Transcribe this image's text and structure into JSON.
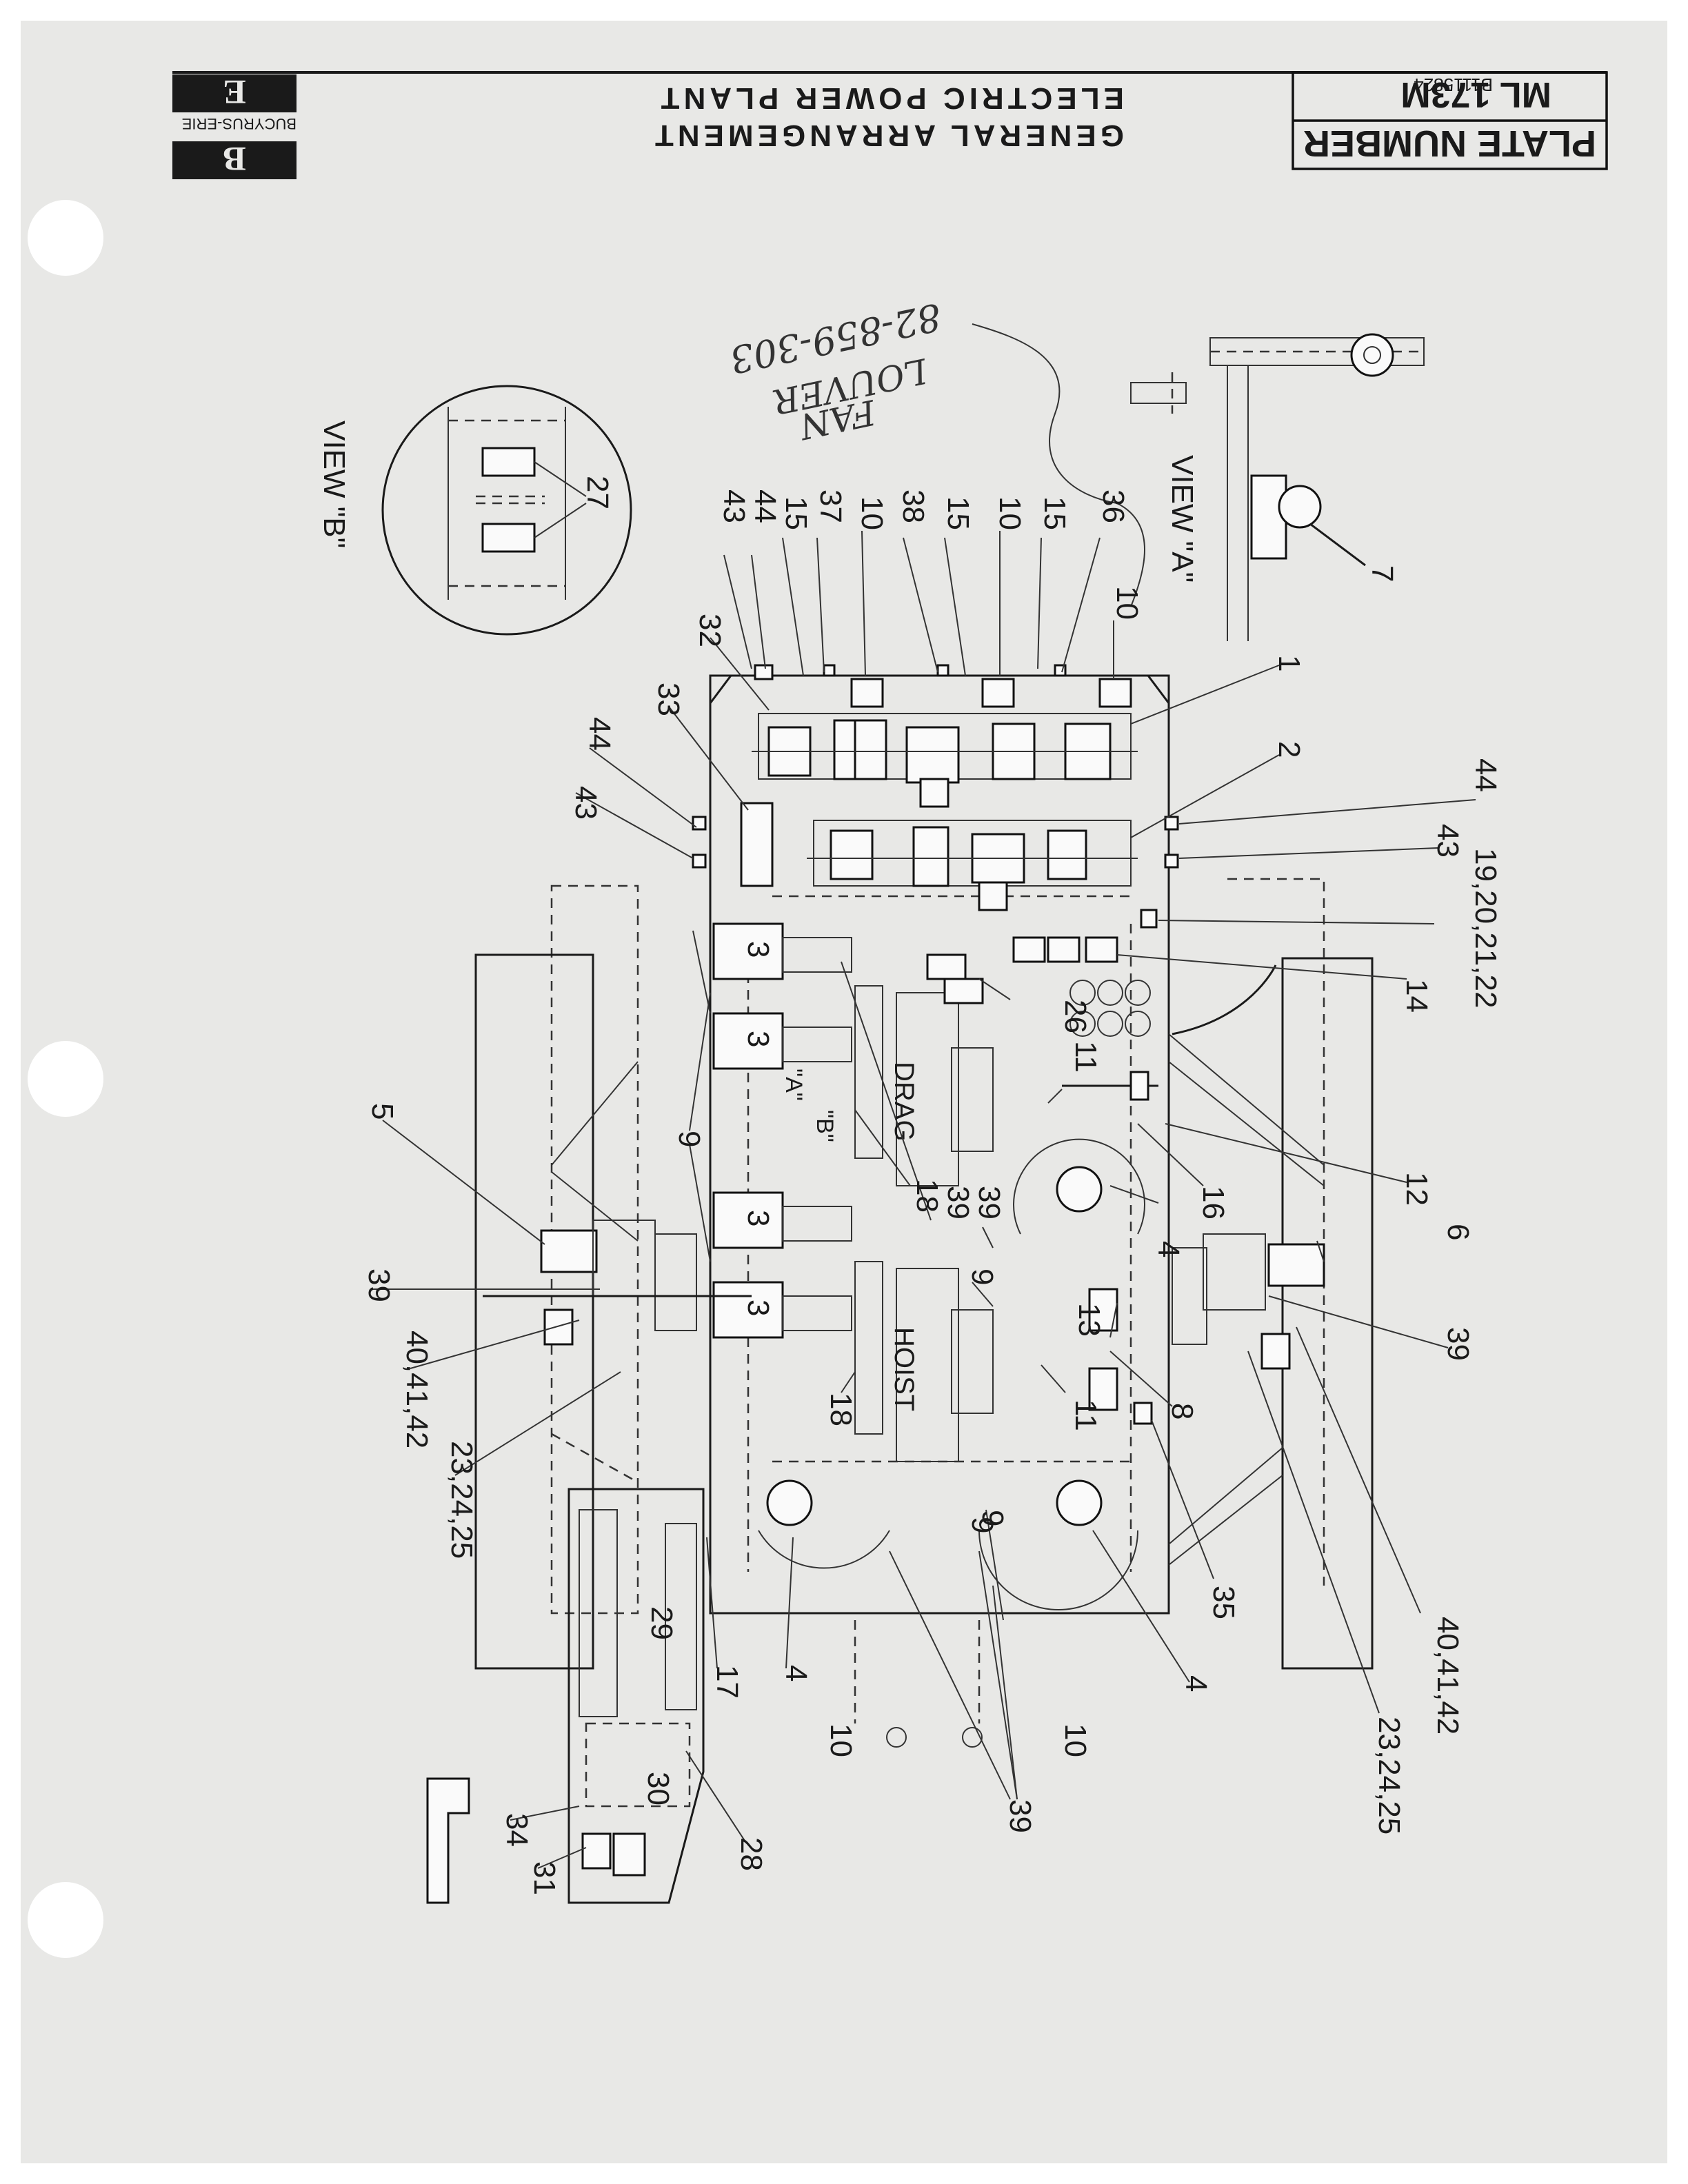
{
  "title_block": {
    "plate_number_label": "PLATE NUMBER",
    "plate_number": "ML 173M",
    "plate_sub": "B1115824",
    "title_line1": "GENERAL ARRANGEMENT",
    "title_line2": "ELECTRIC POWER PLANT",
    "brand": "BUCYRUS-ERIE",
    "logo_letter_top": "B",
    "logo_letter_bottom": "E"
  },
  "handwritten_note": {
    "line1": "FAN",
    "line2": "LOUVER",
    "line3": "82-859-303"
  },
  "view_labels": {
    "view_a": "VIEW \"A\"",
    "view_b": "VIEW \"B\""
  },
  "section_labels": {
    "drag": "DRAG",
    "hoist": "HOIST",
    "a": "\"A\"",
    "b": "\"B\""
  },
  "callouts": {
    "c1": "1",
    "c2": "2",
    "c3a": "3",
    "c3b": "3",
    "c3c": "3",
    "c3d": "3",
    "c4a": "4",
    "c4b": "4",
    "c4c": "4",
    "c5": "5",
    "c6": "6",
    "c7": "7",
    "c8": "8",
    "c9a": "9",
    "c9b": "9",
    "c9c": "9",
    "c9d": "9",
    "c10a": "10",
    "c10b": "10",
    "c10c": "10",
    "c10d": "10",
    "c10e": "10",
    "c11a": "11",
    "c11b": "11",
    "c12": "12",
    "c13": "13",
    "c14": "14",
    "c15a": "15",
    "c15b": "15",
    "c15c": "15",
    "c16": "16",
    "c17": "17",
    "c18a": "18",
    "c18b": "18",
    "c19": "19,20,21,22",
    "c23a": "23,24,25",
    "c23b": "23,24,25",
    "c26": "26",
    "c27": "27",
    "c28": "28",
    "c29": "29",
    "c30": "30",
    "c31": "31",
    "c32": "32",
    "c33": "33",
    "c34": "34",
    "c35": "35",
    "c36": "36",
    "c37": "37",
    "c38": "38",
    "c39a": "39",
    "c39b": "39",
    "c39c": "39",
    "c39d": "39",
    "c40a": "40,41,42",
    "c40b": "40,41,42",
    "c43a": "43",
    "c43b": "43",
    "c43c": "43",
    "c44a": "44",
    "c44b": "44",
    "c44c": "44"
  }
}
